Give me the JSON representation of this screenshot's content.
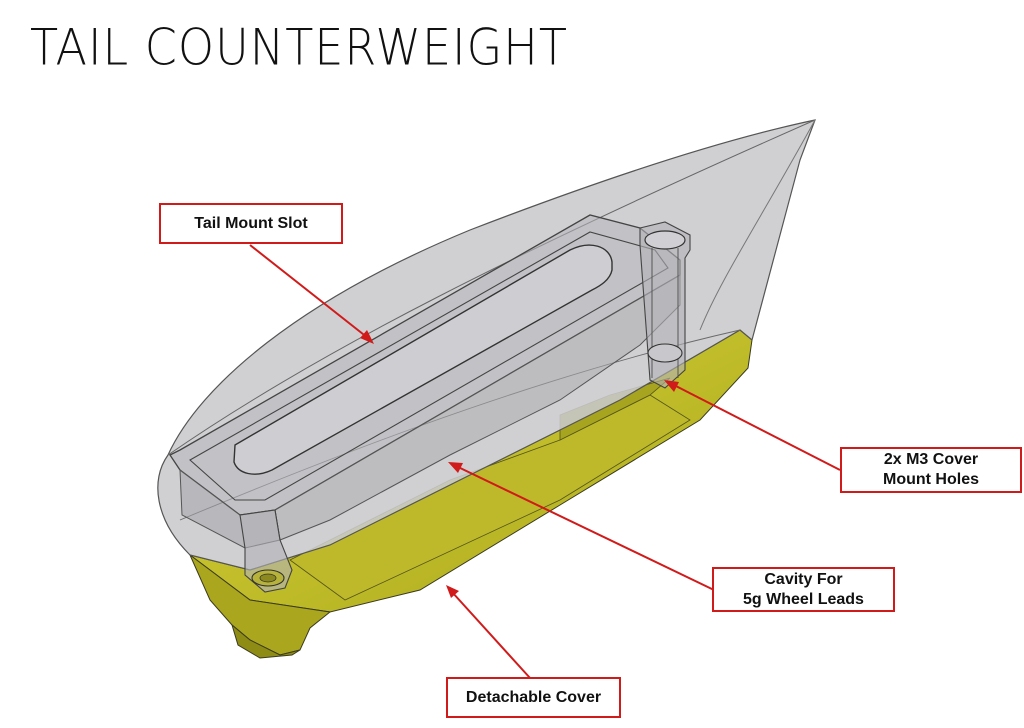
{
  "title": "TAIL COUNTERWEIGHT",
  "callouts": {
    "tail_mount_slot": "Tail Mount Slot",
    "cover_mount_holes": [
      "2x M3 Cover",
      "Mount Holes"
    ],
    "cavity": [
      "Cavity For",
      "5g Wheel Leads"
    ],
    "detachable_cover": "Detachable Cover"
  },
  "colors": {
    "callout_border": "#d11a1a",
    "shell_gray": "#c9c9cd",
    "cover_yellow": "#c8c422"
  }
}
